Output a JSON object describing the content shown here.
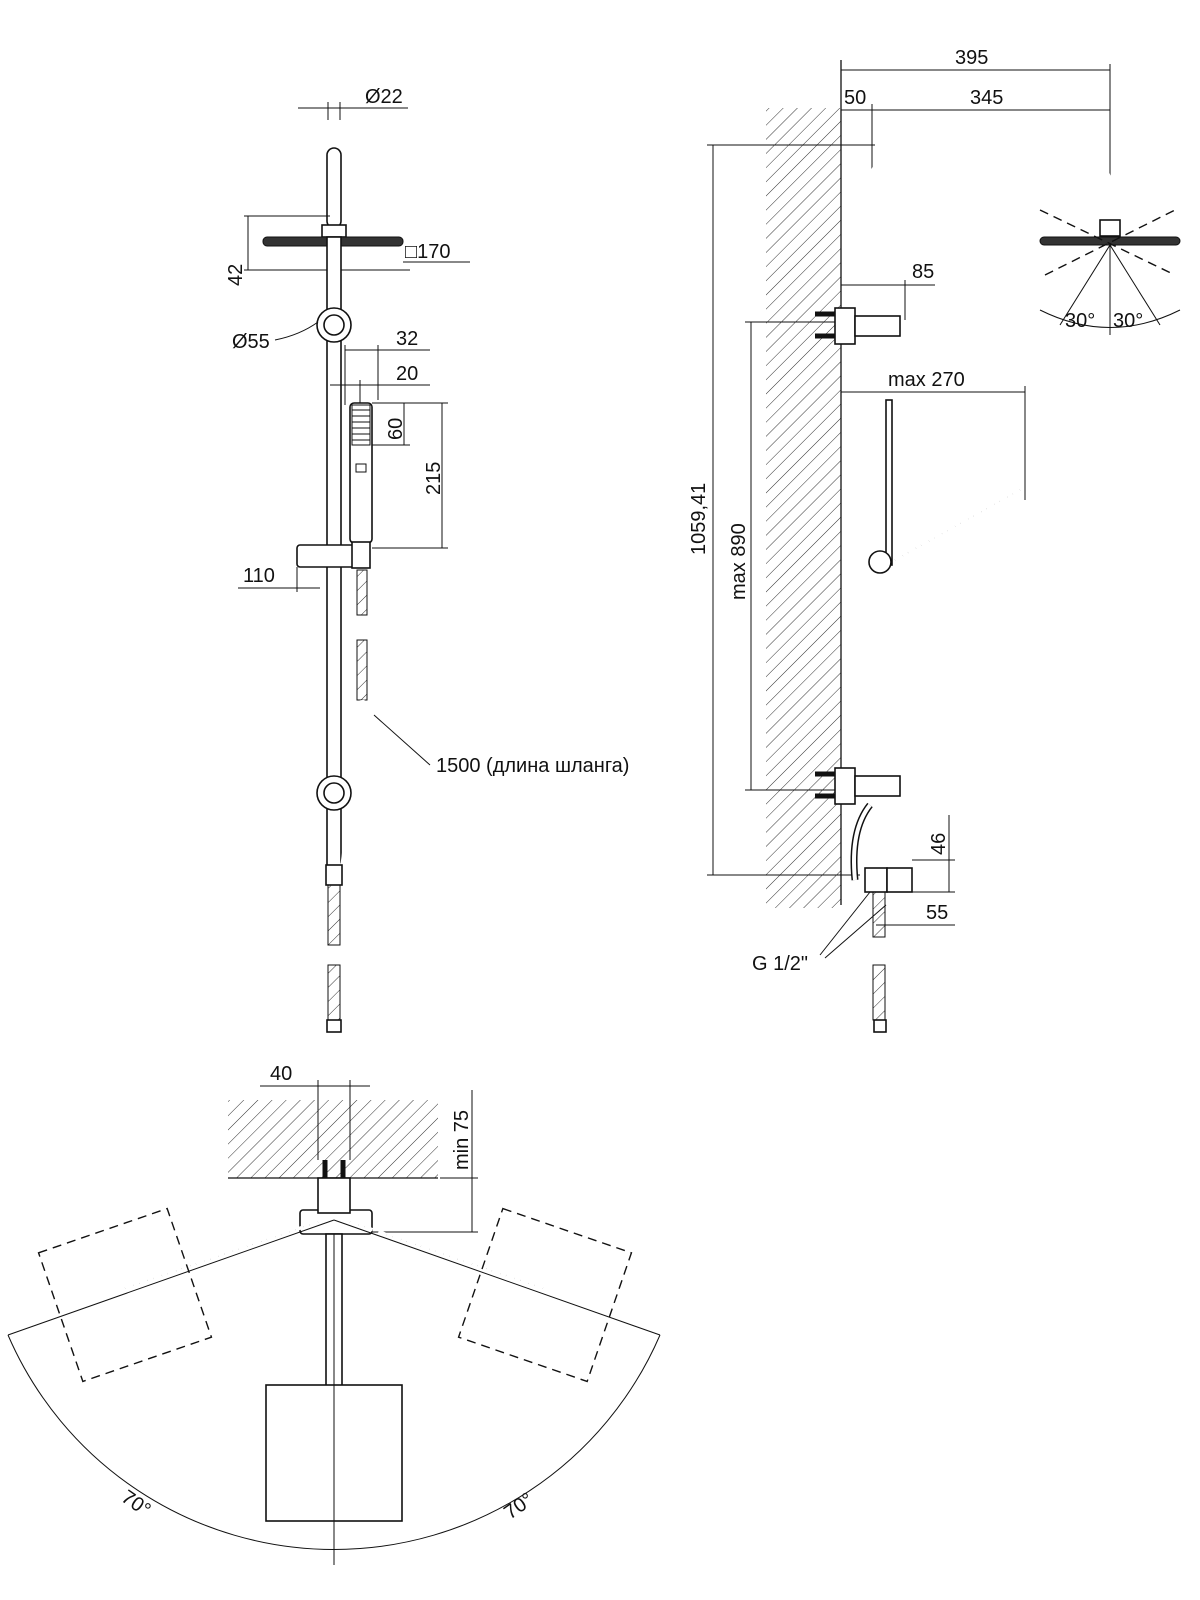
{
  "front_view": {
    "d_pipe": "Ø22",
    "head_size": "□170",
    "head_height": "42",
    "d_holder": "Ø55",
    "dim_32": "32",
    "dim_20": "20",
    "dim_60": "60",
    "dim_215": "215",
    "dim_110": "110",
    "hose_length": "1500 (длина шланга)"
  },
  "side_view": {
    "dim_395": "395",
    "dim_50": "50",
    "dim_345": "345",
    "dim_85": "85",
    "dim_max270": "max 270",
    "total_height": "1059,41",
    "dim_max890": "max 890",
    "dim_46": "46",
    "dim_55": "55",
    "thread": "G 1/2\"",
    "angle_left": "30°",
    "angle_right": "30°"
  },
  "top_view": {
    "dim_40": "40",
    "dim_min75": "min 75",
    "angle_left": "70°",
    "angle_right": "70°"
  }
}
